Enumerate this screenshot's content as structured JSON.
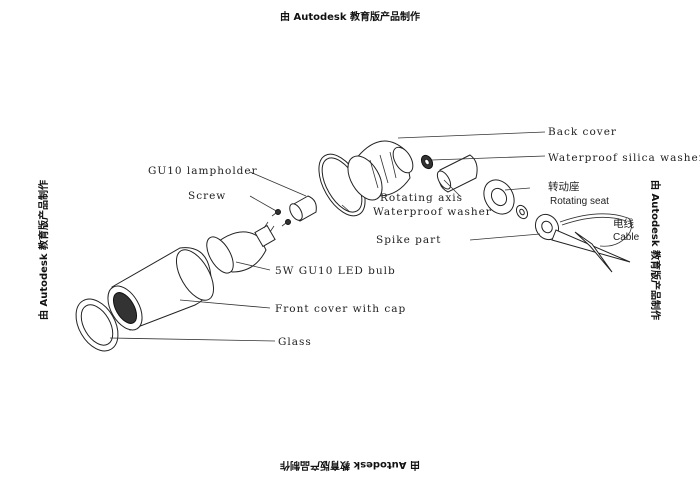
{
  "watermarks": {
    "top": "由 Autodesk 教育版产品制作",
    "bottom": "由 Autodesk 教育版产品制作",
    "left": "由 Autodesk 教育版产品制作",
    "right": "由 Autodesk 教育版产品制作"
  },
  "labels": {
    "back_cover": "Back cover",
    "waterproof_silica_washer": "Waterproof silica washer",
    "gu10_lampholder": "GU10 lampholder",
    "screw": "Screw",
    "rotating_axis": "Rotating axis",
    "waterproof_washer": "Waterproof washer",
    "rotating_seat_cn": "转动座",
    "rotating_seat": "Rotating seat",
    "cable_cn": "电线",
    "cable": "Cable",
    "spike_part": "Spike part",
    "led_bulb": "5W GU10 LED bulb",
    "front_cover": "Front cover with cap",
    "glass": "Glass"
  }
}
